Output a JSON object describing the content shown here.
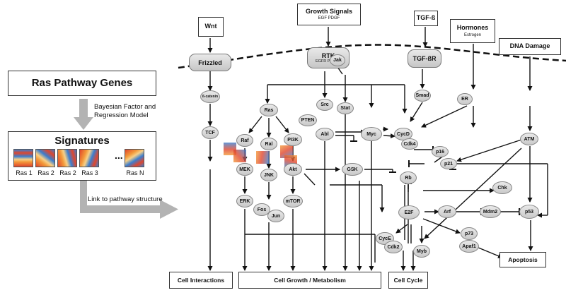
{
  "left_panel": {
    "genes_title": "Ras Pathway Genes",
    "model_label_1": "Bayesian Factor and",
    "model_label_2": "Regression Model",
    "signatures_title": "Signatures",
    "signature_labels": [
      "Ras 1",
      "Ras 2",
      "Ras 2",
      "Ras 3",
      "Ras N"
    ],
    "dots": "...",
    "link_label": "Link to pathway structure"
  },
  "inputs": {
    "wnt": "Wnt",
    "growth": "Growth Signals",
    "growth_sub": "EGF PDGF",
    "tgfb": "TGF-ß",
    "hormones": "Hormones",
    "hormones_sub": "Estrogen",
    "dna": "DNA Damage"
  },
  "receptors": {
    "frizzled": "Frizzled",
    "rtk": "RTK",
    "rtk_sub": "EGFR PDGFR",
    "tgfbr": "TGF-ßR"
  },
  "nodes": {
    "jak": "Jak",
    "bcat": "ß-catenin",
    "tcf": "TCF",
    "ras": "Ras",
    "src": "Src",
    "stat": "Stat",
    "pten": "PTEN",
    "smad": "Smad",
    "er": "ER",
    "raf": "Raf",
    "ral": "Ral",
    "pi3k": "PI3K",
    "abl": "Abl",
    "myc": "Myc",
    "cycd": "CycD",
    "cdk4": "Cdk4",
    "p16": "p16",
    "p21": "p21",
    "atm": "ATM",
    "mek": "MEK",
    "akt": "Akt",
    "gsk": "GSK",
    "rb": "Rb",
    "jnk": "JNK",
    "chk": "Chk",
    "erk": "ERK",
    "fos": "Fos",
    "jun": "Jun",
    "mtor": "mTOR",
    "e2f": "E2F",
    "arf": "Arf",
    "mdm2": "Mdm2",
    "p53": "p53",
    "cyce": "CycE",
    "cdk2": "Cdk2",
    "p73": "p73",
    "apaf1": "Apaf1",
    "myb": "Myb"
  },
  "outputs": {
    "cell_interactions": "Cell Interactions",
    "growth_metabolism": "Cell Growth / Metabolism",
    "cell_cycle": "Cell Cycle",
    "apoptosis": "Apoptosis"
  },
  "colors": {
    "heatmap_red": "#e0462d",
    "heatmap_orange": "#f39a3a",
    "heatmap_blue": "#3a7dcf",
    "heatmap_light": "#f7d088",
    "node_fill": "#d8d8d8",
    "arrow_gray": "#b3b3b3"
  }
}
